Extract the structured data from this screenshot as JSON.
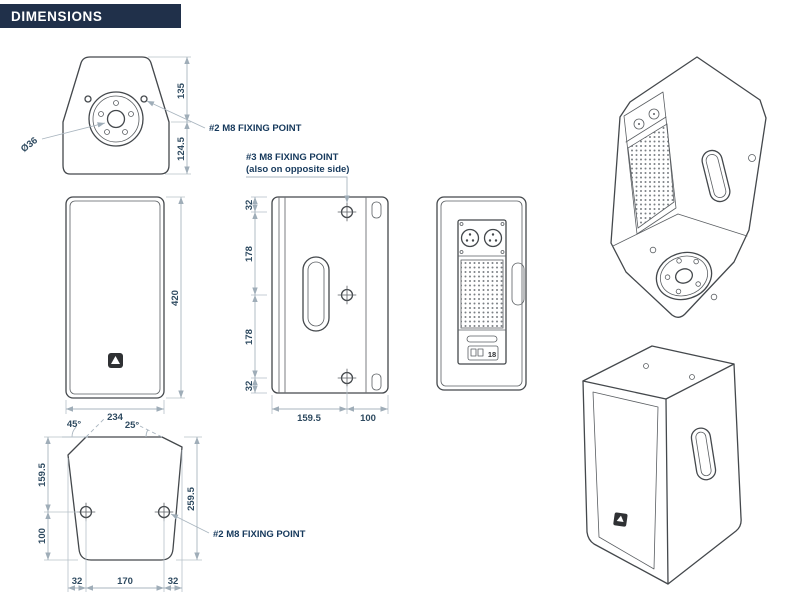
{
  "header": {
    "title": "DIMENSIONS"
  },
  "colors": {
    "header_bg": "#20304a",
    "label_text": "#16395c",
    "dim_text": "#2e4a60",
    "dim_line": "#a9b5bf",
    "drawing_line": "#44484c"
  },
  "views": {
    "top": {
      "dim_front_depth": "135",
      "dim_rear_depth": "124.5",
      "dim_pole_mount": "Ø36",
      "fixing_label": "#2 M8 FIXING POINT"
    },
    "front": {
      "dim_height": "420",
      "dim_width": "234"
    },
    "side": {
      "fixing_label_line1": "#3 M8 FIXING POINT",
      "fixing_label_line2": "(also on opposite side)",
      "dim_top_offset": "32",
      "dim_upper_spacing": "178",
      "dim_lower_spacing": "178",
      "dim_bottom_offset": "32",
      "dim_front_to_fixing": "159.5",
      "dim_fixing_to_rear": "100"
    },
    "rear": {
      "module_label": "18"
    },
    "bottom": {
      "angle_left": "45°",
      "angle_right": "25°",
      "dim_front_to_fixing": "159.5",
      "dim_fixing_to_rear": "100",
      "dim_depth": "259.5",
      "dim_left_offset": "32",
      "dim_fixing_spacing": "170",
      "dim_right_offset": "32",
      "fixing_label": "#2 M8 FIXING POINT"
    }
  }
}
